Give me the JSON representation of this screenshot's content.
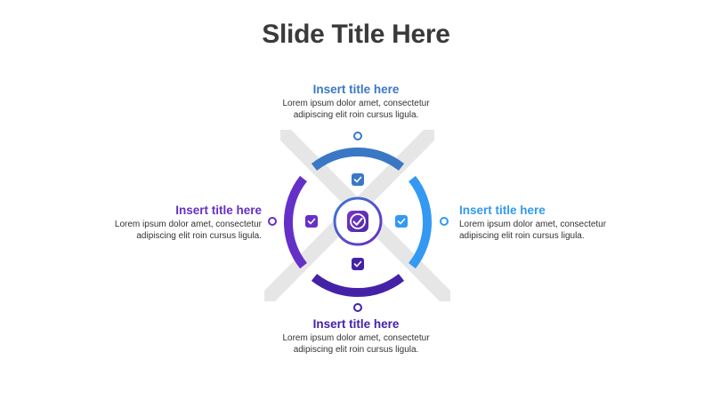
{
  "slide": {
    "title": "Slide Title Here"
  },
  "colors": {
    "top": "#3a78c5",
    "right": "#3399f3",
    "bottom": "#4422a8",
    "left": "#6530c8",
    "center": "#6a2ac0",
    "gray": "#e4e4e4"
  },
  "callouts": {
    "top": {
      "title": "Insert title here",
      "line1": "Lorem ipsum dolor amet, consectetur",
      "line2": "adipiscing elit roin cursus ligula."
    },
    "right": {
      "title": "Insert title here",
      "line1": "Lorem ipsum dolor amet, consectetur",
      "line2": "adipiscing elit roin cursus ligula."
    },
    "bottom": {
      "title": "Insert title here",
      "line1": "Lorem ipsum dolor amet, consectetur",
      "line2": "adipiscing elit roin cursus ligula."
    },
    "left": {
      "title": "Insert title here",
      "line1": "Lorem ipsum dolor amet, consectetur",
      "line2": "adipiscing elit roin cursus ligula."
    }
  },
  "icons": {
    "center": "check-icon",
    "top": "check-icon",
    "right": "check-icon",
    "bottom": "check-icon",
    "left": "check-icon"
  }
}
